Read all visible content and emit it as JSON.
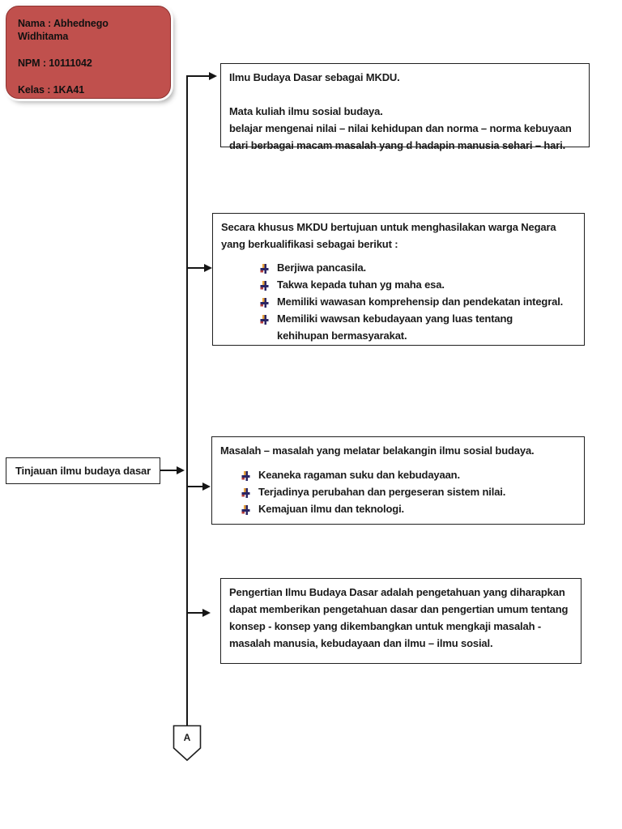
{
  "info_card": {
    "name_line": "Nama : Abhednego Widhitama",
    "npm_line": "NPM : 10111042",
    "class_line": "Kelas : 1KA41",
    "fill_color": "#c0504d",
    "border_color": "#8e3230"
  },
  "left_label": {
    "text": "Tinjauan ilmu budaya dasar"
  },
  "box_mkdu": {
    "title": "Ilmu Budaya Dasar sebagai MKDU.",
    "body_line1": "Mata kuliah ilmu sosial budaya.",
    "body_line2": "belajar mengenai nilai – nilai kehidupan dan norma – norma kebuyaan dari berbagai macam masalah yang d hadapin manusia sehari – hari."
  },
  "box_tujuan": {
    "intro": "Secara khusus MKDU bertujuan untuk menghasilakan warga Negara yang berkualifikasi sebagai berikut :",
    "bullets": [
      "Berjiwa pancasila.",
      "Takwa kepada tuhan yg maha esa.",
      "Memiliki wawasan komprehensip dan pendekatan integral.",
      "Memiliki wawsan kebudayaan yang luas tentang kehihupan bermasyarakat."
    ]
  },
  "box_masalah": {
    "intro": "Masalah – masalah yang melatar belakangin ilmu sosial budaya.",
    "bullets": [
      "Keaneka ragaman suku dan kebudayaan.",
      "Terjadinya perubahan dan pergeseran sistem nilai.",
      "Kemajuan ilmu dan teknologi."
    ]
  },
  "box_pengertian": {
    "text": "Pengertian Ilmu Budaya Dasar adalah pengetahuan yang diharapkan dapat memberikan pengetahuan dasar dan pengertian umum tentang konsep - konsep yang dikembangkan untuk mengkaji masalah - masalah manusia, kebudayaan dan ilmu – ilmu sosial."
  },
  "offpage_connector": {
    "label": "A"
  },
  "icons": {
    "bullet_icon_name": "colored-arrow-picture-bullet",
    "bullet_navy": "#2b2563",
    "bullet_gold": "#e8a33d",
    "bullet_red": "#b03a3a"
  },
  "line_color": "#161616"
}
